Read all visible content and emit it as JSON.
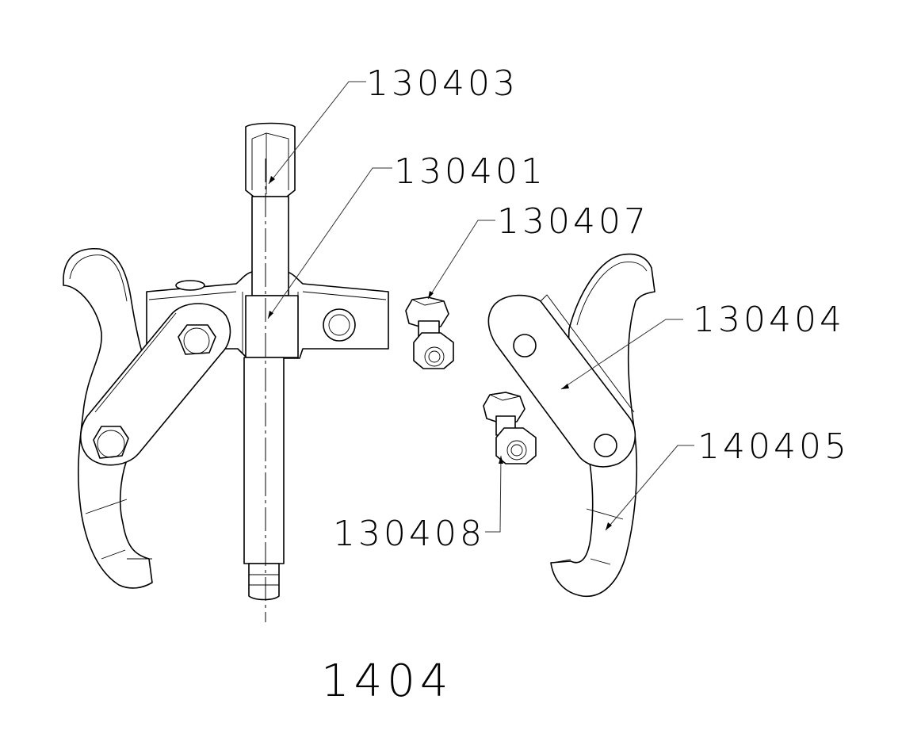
{
  "drawing": {
    "title": "1404",
    "description": "Exploded view of a two-jaw gear puller assembly",
    "line_color": "#000000",
    "background": "#ffffff"
  },
  "callouts": [
    {
      "id": "130403",
      "label": "130403",
      "part": "forcing screw (hex-head spindle)"
    },
    {
      "id": "130401",
      "label": "130401",
      "part": "crossbar / yoke"
    },
    {
      "id": "130407",
      "label": "130407",
      "part": "bolt with nut (upper)"
    },
    {
      "id": "130404",
      "label": "130404",
      "part": "link plate"
    },
    {
      "id": "140405",
      "label": "140405",
      "part": "jaw / leg"
    },
    {
      "id": "130408",
      "label": "130408",
      "part": "bolt with nut (lower)"
    }
  ]
}
